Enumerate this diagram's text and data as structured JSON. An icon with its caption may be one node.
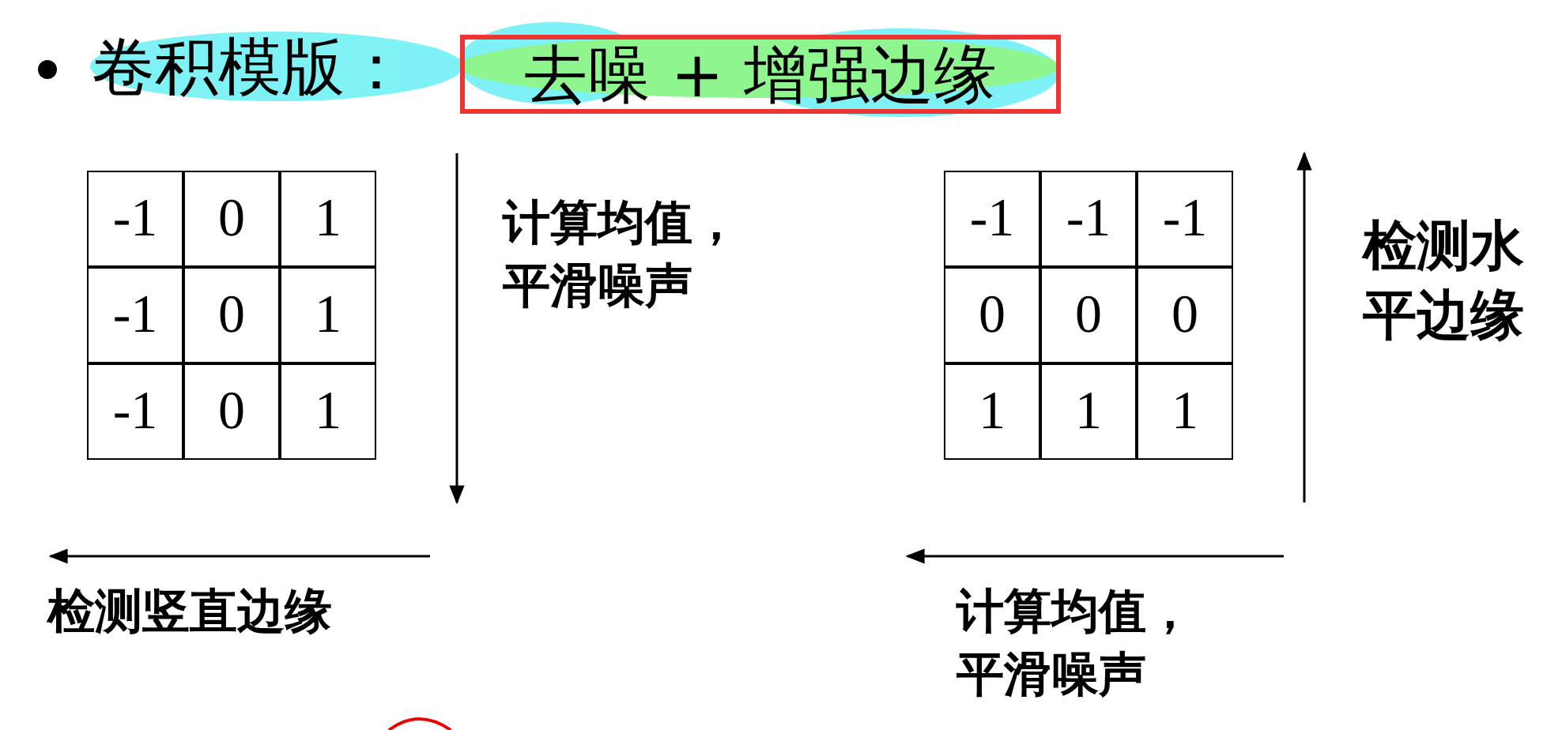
{
  "diagram": {
    "title": "卷积模版：",
    "nodes": [
      {
        "text": [
          "去噪 + 增强边缘"
        ]
      }
    ],
    "edges": [],
    "labels": [
      "-1",
      "0",
      "1",
      "-1",
      "0",
      "1",
      "-1",
      "0",
      "1",
      "计算均值，平滑噪声",
      "检测竖直边缘",
      "-1",
      "-1",
      "-1",
      "0",
      "0",
      "0",
      "1",
      "1",
      "1",
      "检测水平边缘",
      "计算均值，平滑噪声"
    ]
  }
}
